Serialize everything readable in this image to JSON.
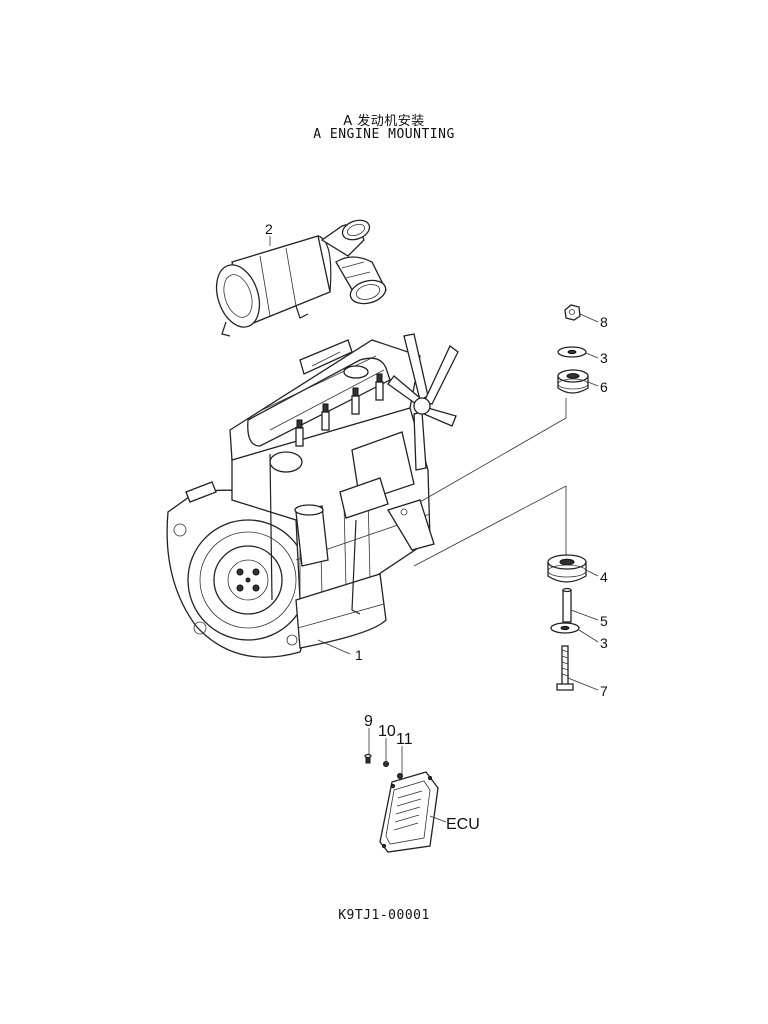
{
  "header": {
    "title_cn": "A 发动机安装",
    "title_en": "A ENGINE MOUNTING"
  },
  "callouts": {
    "engine": "1",
    "air_cleaner": "2",
    "washer_top": "3",
    "nut": "8",
    "cushion_top": "6",
    "cushion_bottom": "4",
    "spacer": "5",
    "washer_bottom": "3",
    "bolt": "7",
    "screw": "9",
    "washer_ecu": "10",
    "spring_washer_ecu": "11",
    "ecu": "ECU"
  },
  "footer": {
    "drawing_code": "K9TJ1-00001"
  }
}
